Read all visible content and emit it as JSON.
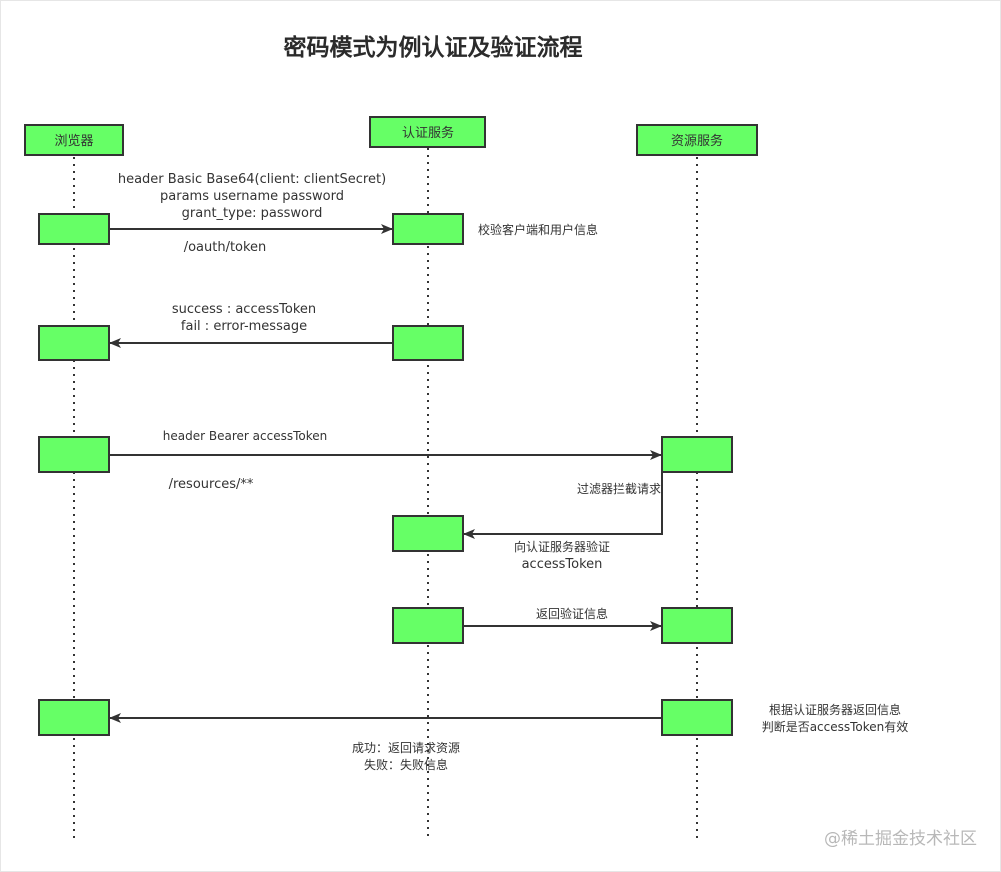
{
  "title": "密码模式为例认证及验证流程",
  "participants": [
    {
      "id": "browser",
      "label": "浏览器"
    },
    {
      "id": "auth",
      "label": "认证服务"
    },
    {
      "id": "resource",
      "label": "资源服务"
    }
  ],
  "colors": {
    "activation_fill": "#66ff66",
    "stroke": "#333333",
    "text": "#333333"
  },
  "messages": [
    {
      "from": "browser",
      "to": "auth",
      "label_above": [
        "header Basic Base64(client: clientSecret)",
        "params username  password",
        "grant_type: password"
      ],
      "label_below": [
        "/oauth/token"
      ]
    },
    {
      "from": "auth",
      "to": "browser",
      "label_above": [
        "success : accessToken",
        "fail : error-message"
      ]
    },
    {
      "from": "browser",
      "to": "resource",
      "label_above": [
        "header Bearer accessToken"
      ],
      "label_below": [
        "/resources/**"
      ]
    },
    {
      "from": "resource",
      "to": "auth",
      "label_above": [
        "过滤器拦截请求"
      ],
      "label_below": [
        "向认证服务器验证",
        "accessToken"
      ]
    },
    {
      "from": "auth",
      "to": "resource",
      "label_above": [
        "返回验证信息"
      ]
    },
    {
      "from": "resource",
      "to": "browser",
      "label_below": [
        "成功：返回请求资源",
        "失败：失败信息"
      ]
    }
  ],
  "notes": {
    "auth_check": "校验客户端和用户信息",
    "resource_result": [
      "根据认证服务器返回信息",
      "判断是否accessToken有效"
    ]
  },
  "watermark": "@稀土掘金技术社区"
}
